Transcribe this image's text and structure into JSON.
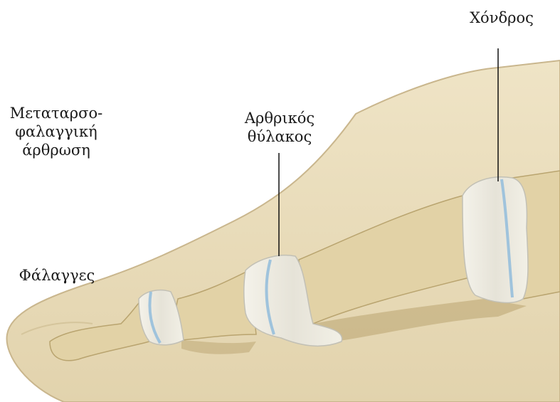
{
  "labels": {
    "cartilage": "Χόνδρος",
    "joint_capsule_line1": "Αρθρικός",
    "joint_capsule_line2": "θύλακος",
    "mtp_line1": "Μεταταρσο-",
    "mtp_line2": "φαλαγγική",
    "mtp_line3": "άρθρωση",
    "phalanges": "Φάλαγγες"
  },
  "colors": {
    "skin": "#e9dcb9",
    "skin_edge": "#c9b68d",
    "bone": "#e2d2a6",
    "bone_shadow": "#b9a46f",
    "capsule": "#ecebe3",
    "cartilage_blue": "#9fc3dc",
    "leader_line": "#111111"
  }
}
